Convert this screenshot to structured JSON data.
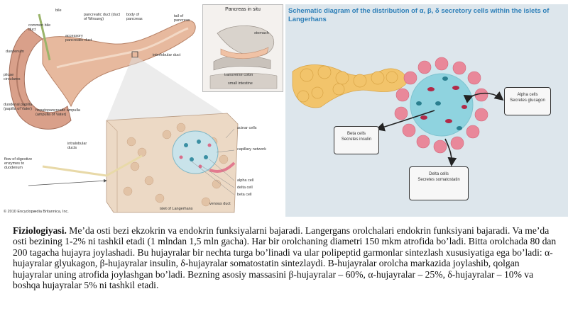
{
  "anatomy": {
    "labels": {
      "bile": "bile",
      "common_bile_duct": "common bile duct",
      "pancreatic_duct": "pancreatic duct (duct of Wirsung)",
      "body_of_pancreas": "body of pancreas",
      "tail_of_pancreas": "tail of pancreas",
      "accessory_duct": "accessory pancreatic duct",
      "duodenum": "duodenum",
      "plicae": "plicae circulares",
      "duodenal_papilla": "duodenal papilla (papilla of Vater)",
      "ampulla": "hepatopancreatic ampulla (ampulla of Vater)",
      "interlobular_duct": "interlobular duct",
      "acinar_cells": "acinar cells",
      "capillary_network": "capillary network",
      "alpha_cell": "alpha cell",
      "beta_cell": "beta cell",
      "delta_cell": "delta cell",
      "islet": "islet of Langerhans",
      "flow": "flow of digestive enzymes to duodenum",
      "intralobular": "intralobular ducts",
      "venous": "venous duct",
      "copyright": "© 2010 Encyclopædia Britannica, Inc."
    }
  },
  "insitu": {
    "title": "Pancreas in situ",
    "stomach": "stomach",
    "transverse": "transverse colon",
    "small_intestine": "small intestine"
  },
  "schematic": {
    "title": "Schematic diagram of the distribution of α, β, δ secretory cells within the islets of Langerhans",
    "beta": {
      "name": "Beta cells",
      "desc": "Secretes insulin"
    },
    "alpha": {
      "name": "Alpha cells",
      "desc": "Secretes glucagon"
    },
    "delta": {
      "name": "Delta cells",
      "desc": "Secretes somatostatin"
    }
  },
  "text": {
    "heading": "Fiziologiyasi.",
    "body": " Me’da osti bezi ekzokrin va endokrin funksiyalarni bajaradi. Langergans orolchalari endokrin funksiyani bajaradi. Va me’da osti bezining 1-2% ni tashkil etadi (1 mlndan 1,5 mln gacha).  Har bir orolchaning diametri 150 mkm atrofida bo’ladi. Bitta orolchada 80 dan 200 tagacha hujayra joylashadi. Bu hujayralar bir nechta turga bo’linadi va ular polipeptid garmonlar sintezlash xususiyatiga ega bo’ladi: α-hujayralar glyukagon, β-hujayralar insulin, δ-hujayralar somatostatin sintezlaydi. B-hujayralar orolcha markazida joylashib, qolgan hujayralar uning atrofida joylashgan bo’ladi. Bezning asosiy massasini β-hujayralar – 60%, α-hujayralar – 25%, δ-hujayralar – 10% va boshqa hujayralar 5% ni tashkil etadi."
  },
  "colors": {
    "pancreas": "#e7b99e",
    "duodenum": "#d9a08a",
    "schematic_bg": "#dde6ec",
    "title_blue": "#2d7fb8",
    "islet_teal": "#8fd3df",
    "pink": "#e9889a"
  }
}
